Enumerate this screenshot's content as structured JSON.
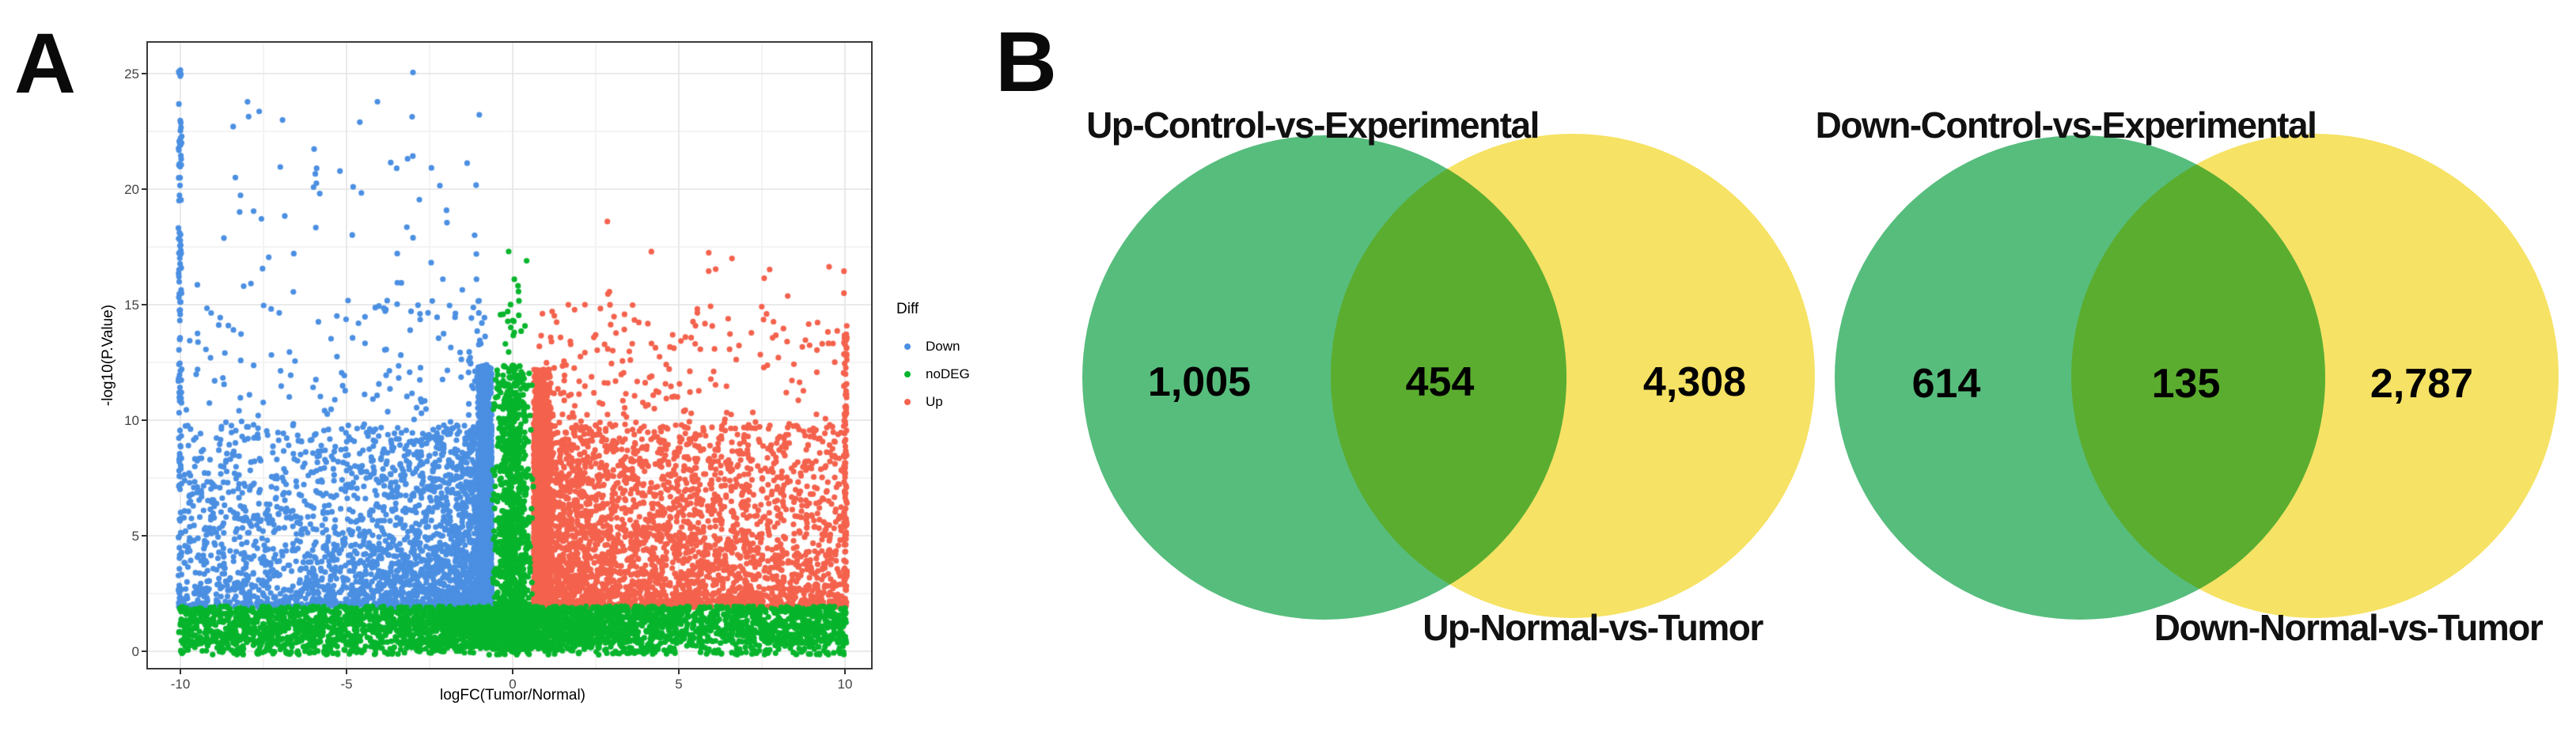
{
  "figure_title": "",
  "chart_data": [
    {
      "id": "volcano",
      "type": "scatter",
      "panel_label": "A",
      "title": "",
      "xlabel": "logFC(Tumor/Normal)",
      "ylabel": "-log10(P.Value)",
      "xlim": [
        -11,
        10.9
      ],
      "ylim": [
        -0.75,
        26.4
      ],
      "x_ticks": [
        "-10",
        "-5",
        "0",
        "5",
        "10"
      ],
      "x_tick_values": [
        -10,
        -5,
        0,
        5,
        10
      ],
      "x_minor_values": [
        -7.5,
        -2.5,
        2.5,
        7.5
      ],
      "y_ticks": [
        "0",
        "5",
        "10",
        "15",
        "20",
        "25"
      ],
      "y_tick_values": [
        0,
        5,
        10,
        15,
        20,
        25
      ],
      "y_minor_values": [
        2.5,
        7.5,
        12.5,
        17.5,
        22.5
      ],
      "grid": true,
      "legend": {
        "title": "Diff",
        "position": "right"
      },
      "seed": 42,
      "series": [
        {
          "name": "Down",
          "color": "#4B8FE2",
          "clusters": [
            {
              "n": 130,
              "x": [
                -10.06,
                -9.96
              ],
              "y": [
                1.9,
                25.2
              ],
              "yb": 1.15
            },
            {
              "n": 1250,
              "x": [
                -1.05,
                -0.63
              ],
              "y": [
                1.9,
                12.4
              ],
              "yb": 1.8
            },
            {
              "n": 2600,
              "x": [
                -9.9,
                -0.64
              ],
              "xb": 2.3,
              "xr": true,
              "y": [
                1.9,
                9.8
              ],
              "yb": 1.8
            },
            {
              "n": 520,
              "x": [
                -9.9,
                -0.8
              ],
              "xb": 1.5,
              "xr": true,
              "y": [
                2.0,
                15.2
              ],
              "yb": 1.7
            },
            {
              "n": 60,
              "x": [
                -9.6,
                -1.0
              ],
              "xb": 1.2,
              "xr": true,
              "y": [
                14.5,
                23.8
              ],
              "yb": 1.4
            }
          ],
          "points": [
            [
              -3.0,
              25.05
            ],
            [
              -10.0,
              25.15
            ],
            [
              -4.6,
              22.9
            ],
            [
              -5.9,
              20.9
            ],
            [
              -4.8,
              20.1
            ]
          ]
        },
        {
          "name": "noDEG",
          "color": "#07B52C",
          "clusters": [
            {
              "n": 2600,
              "x": [
                -10.05,
                10.05
              ],
              "y": [
                0.35,
                1.95
              ],
              "yb": 0.95
            },
            {
              "n": 500,
              "x": [
                -10.0,
                10.0
              ],
              "y": [
                -0.15,
                0.45
              ],
              "yb": 1.0
            },
            {
              "n": 900,
              "x": [
                -4.0,
                4.0
              ],
              "xd": "tri",
              "y": [
                0.1,
                1.9
              ],
              "yb": 0.9
            },
            {
              "n": 1500,
              "x": [
                -0.63,
                0.63
              ],
              "xd": "tri",
              "y": [
                0.1,
                12.4
              ],
              "yb": 2.1
            },
            {
              "n": 18,
              "x": [
                -0.4,
                0.45
              ],
              "xd": "tri",
              "y": [
                12.5,
                16.2
              ],
              "yb": 1.3
            }
          ],
          "points": [
            [
              -0.12,
              17.3
            ],
            [
              0.42,
              16.9
            ],
            [
              0.05,
              16.1
            ]
          ]
        },
        {
          "name": "Up",
          "color": "#F4624D",
          "clusters": [
            {
              "n": 130,
              "x": [
                9.96,
                10.06
              ],
              "y": [
                1.9,
                14.2
              ],
              "yb": 1.2
            },
            {
              "n": 1400,
              "x": [
                0.63,
                1.15
              ],
              "y": [
                1.9,
                12.2
              ],
              "yb": 1.8
            },
            {
              "n": 3000,
              "x": [
                0.64,
                9.9
              ],
              "xb": 1.8,
              "y": [
                1.9,
                9.8
              ],
              "yb": 1.8
            },
            {
              "n": 650,
              "x": [
                0.8,
                9.9
              ],
              "xb": 1.4,
              "y": [
                2.0,
                15.0
              ],
              "yb": 1.7
            },
            {
              "n": 30,
              "x": [
                1.2,
                9.7
              ],
              "xb": 1.1,
              "y": [
                13.0,
                17.3
              ],
              "yb": 1.5
            }
          ],
          "points": [
            [
              2.85,
              18.6
            ],
            [
              5.9,
              17.25
            ],
            [
              6.6,
              17.0
            ],
            [
              9.97,
              16.45
            ],
            [
              9.97,
              15.5
            ]
          ]
        }
      ]
    },
    {
      "id": "venn_up",
      "type": "venn",
      "panel_label": "B",
      "left": {
        "label": "Up-Control-vs-Experimental",
        "count": "1,005",
        "color": "#57BD7D"
      },
      "right": {
        "label": "Up-Normal-vs-Tumor",
        "count": "4,308",
        "color": "#F6E264"
      },
      "overlap": {
        "count": "454",
        "color": "#5BAD2F"
      }
    },
    {
      "id": "venn_down",
      "type": "venn",
      "left": {
        "label": "Down-Control-vs-Experimental",
        "count": "614",
        "color": "#57BD7D"
      },
      "right": {
        "label": "Down-Normal-vs-Tumor",
        "count": "2,787",
        "color": "#F6E264"
      },
      "overlap": {
        "count": "135",
        "color": "#5BAD2F"
      }
    }
  ]
}
